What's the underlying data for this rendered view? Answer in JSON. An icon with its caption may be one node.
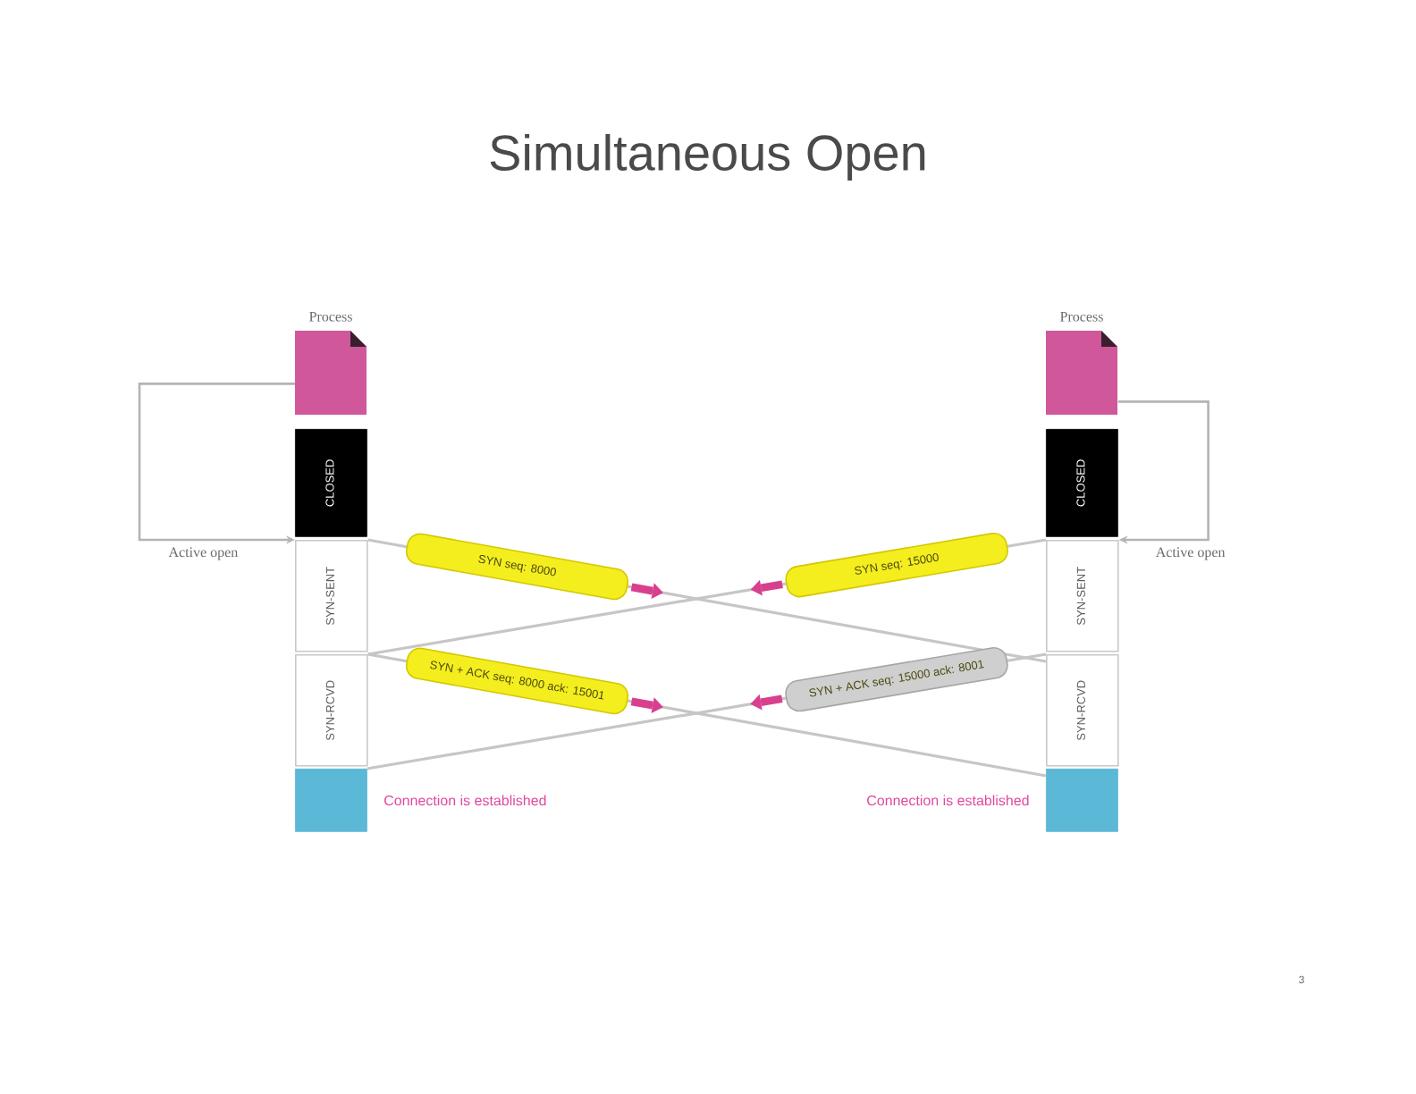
{
  "diagram": {
    "title": "Simultaneous Open",
    "nodes": [
      {
        "text": [
          "Process"
        ]
      },
      {
        "text": [
          "CLOSED"
        ]
      },
      {
        "text": [
          "SYN-SENT"
        ]
      },
      {
        "text": [
          "SYN-RCVD"
        ]
      },
      {
        "text": [],
        "shape": "box",
        "beside": [
          "Connection is established"
        ]
      },
      {
        "text": [
          "Process"
        ]
      },
      {
        "text": [
          "CLOSED"
        ]
      },
      {
        "text": [
          "SYN-SENT"
        ]
      },
      {
        "text": [
          "SYN-RCVD"
        ]
      },
      {
        "text": [],
        "shape": "box",
        "beside": [
          "Connection is established"
        ]
      }
    ],
    "edges": [
      {
        "from": 0,
        "to": 2,
        "arrow": "to",
        "label": "Active open"
      },
      {
        "from": 5,
        "to": 7,
        "arrow": "to",
        "label": "Active open"
      },
      {
        "from": 2,
        "to": 8,
        "arrow": "to",
        "label": "SYN seq: 8000"
      },
      {
        "from": 7,
        "to": 3,
        "arrow": "to",
        "label": "SYN seq: 15000"
      },
      {
        "from": 3,
        "to": 9,
        "arrow": "to",
        "label": "SYN + ACK seq: 8000 ack: 15001"
      },
      {
        "from": 8,
        "to": 4,
        "arrow": "to",
        "label": "SYN + ACK seq: 15000 ack: 8001"
      }
    ],
    "labels": [
      "3"
    ]
  }
}
